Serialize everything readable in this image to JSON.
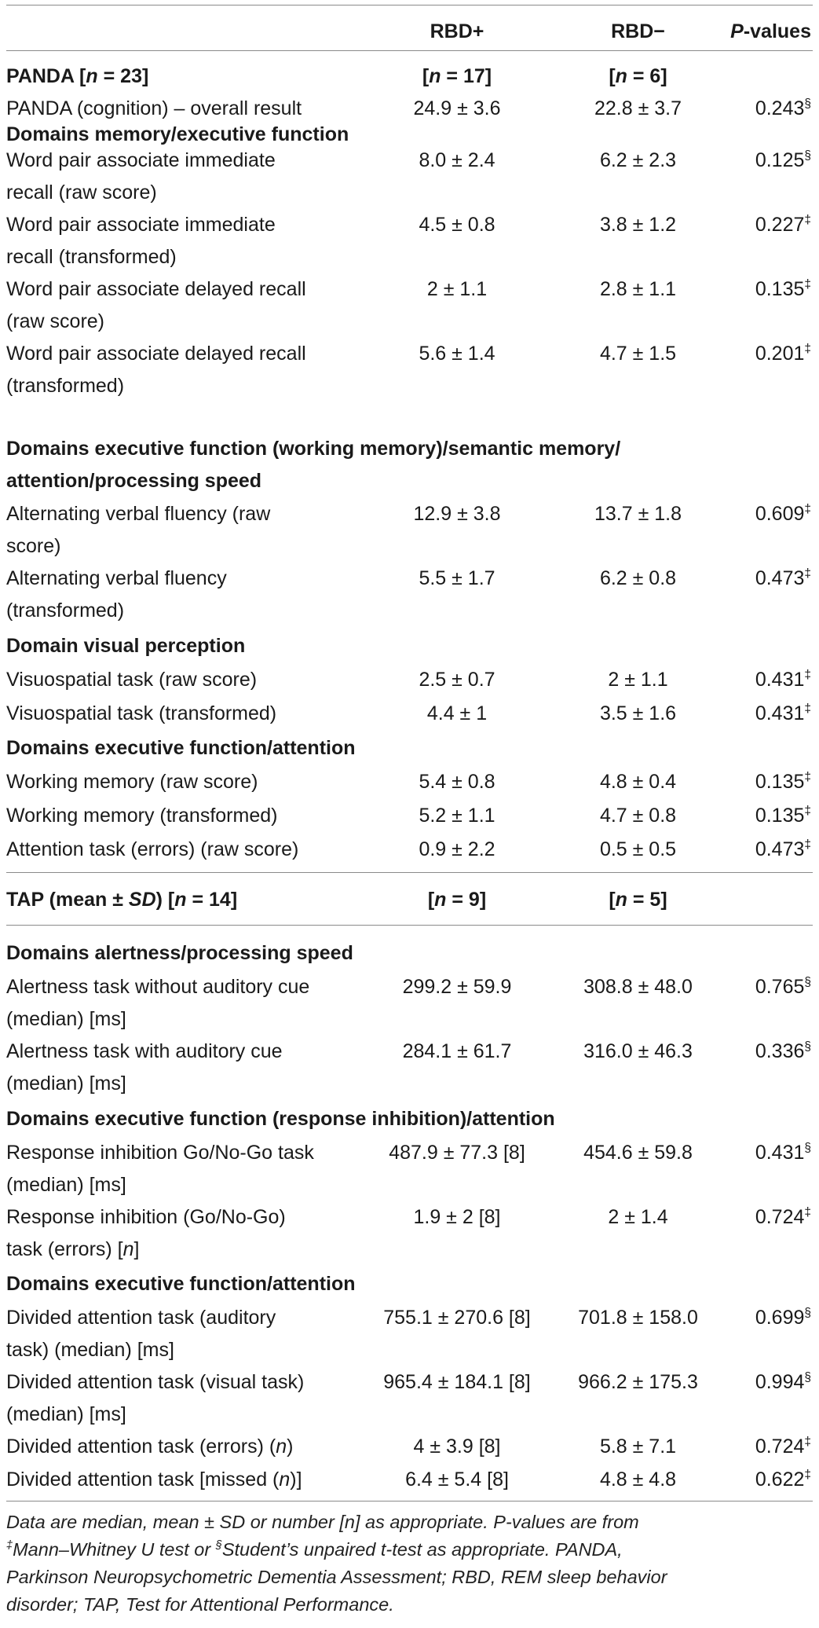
{
  "header": {
    "c1": "RBD+",
    "c2": "RBD−",
    "c3_italic": "P",
    "c3_rest": "-values"
  },
  "panda_header": {
    "label_a": "PANDA [",
    "label_n": "n",
    "label_b": " = 23]",
    "c1_n": "n",
    "c1_rest": " = 17]",
    "c2_n": "n",
    "c2_rest": " = 6]"
  },
  "panda_overall": {
    "label": "PANDA (cognition) – overall result",
    "c1": "24.9 ± 3.6",
    "c2": "22.8 ± 3.7",
    "p": "0.243",
    "mark": "§"
  },
  "sec_memory": "Domains memory/executive function",
  "memory_rows": [
    {
      "l1": "Word pair associate immediate",
      "l2": "recall (raw score)",
      "c1": "8.0 ± 2.4",
      "c2": "6.2 ± 2.3",
      "p": "0.125",
      "mark": "§"
    },
    {
      "l1": "Word pair associate immediate",
      "l2": "recall (transformed)",
      "c1": "4.5 ± 0.8",
      "c2": "3.8 ± 1.2",
      "p": "0.227",
      "mark": "‡"
    },
    {
      "l1": "Word pair associate delayed recall",
      "l2": "(raw score)",
      "c1": "2 ± 1.1",
      "c2": "2.8 ± 1.1",
      "p": "0.135",
      "mark": "‡"
    },
    {
      "l1": "Word pair associate delayed recall",
      "l2": "(transformed)",
      "c1": "5.6 ± 1.4",
      "c2": "4.7 ± 1.5",
      "p": "0.201",
      "mark": "‡"
    }
  ],
  "sec_working_l1": "Domains executive function (working memory)/semantic memory/",
  "sec_working_l2": "attention/processing speed",
  "fluency_rows": [
    {
      "l1": "Alternating verbal fluency (raw",
      "l2": "score)",
      "c1": "12.9 ± 3.8",
      "c2": "13.7 ± 1.8",
      "p": "0.609",
      "mark": "‡"
    },
    {
      "l1": "Alternating verbal fluency",
      "l2": "(transformed)",
      "c1": "5.5 ± 1.7",
      "c2": "6.2 ± 0.8",
      "p": "0.473",
      "mark": "‡"
    }
  ],
  "sec_visual": "Domain visual perception",
  "visual_rows": [
    {
      "l1": "Visuospatial task (raw score)",
      "c1": "2.5 ± 0.7",
      "c2": "2 ± 1.1",
      "p": "0.431",
      "mark": "‡"
    },
    {
      "l1": "Visuospatial task (transformed)",
      "c1": "4.4 ± 1",
      "c2": "3.5 ± 1.6",
      "p": "0.431",
      "mark": "‡"
    }
  ],
  "sec_exec1": "Domains executive function/attention",
  "exec1_rows": [
    {
      "l1": "Working memory (raw score)",
      "c1": "5.4 ± 0.8",
      "c2": "4.8 ± 0.4",
      "p": "0.135",
      "mark": "‡"
    },
    {
      "l1": "Working memory (transformed)",
      "c1": "5.2 ± 1.1",
      "c2": "4.7 ± 0.8",
      "p": "0.135",
      "mark": "‡"
    },
    {
      "l1": "Attention task (errors) (raw score)",
      "c1": "0.9 ± 2.2",
      "c2": "0.5 ± 0.5",
      "p": "0.473",
      "mark": "‡"
    }
  ],
  "tap_header": {
    "a": "TAP (mean ± ",
    "sd": "SD",
    "b": ") [",
    "n": "n",
    "c": " = 14]",
    "c1_n": "n",
    "c1_rest": " = 9]",
    "c2_n": "n",
    "c2_rest": " = 5]"
  },
  "sec_alert": "Domains alertness/processing speed",
  "alert_rows": [
    {
      "l1": "Alertness task without auditory cue",
      "l2": "(median) [ms]",
      "c1": "299.2 ± 59.9",
      "c2": "308.8 ± 48.0",
      "p": "0.765",
      "mark": "§"
    },
    {
      "l1": "Alertness task with auditory cue",
      "l2": "(median) [ms]",
      "c1": "284.1 ± 61.7",
      "c2": "316.0 ± 46.3",
      "p": "0.336",
      "mark": "§"
    }
  ],
  "sec_inhib": "Domains executive function (response inhibition)/attention",
  "inhib_row1": {
    "l1": "Response inhibition Go/No-Go task",
    "l2": "(median) [ms]",
    "c1": "487.9 ± 77.3 [8]",
    "c2": "454.6 ± 59.8",
    "p": "0.431",
    "mark": "§"
  },
  "inhib_row2": {
    "l1": "Response inhibition (Go/No-Go)",
    "l2a": "task (errors) [",
    "l2n": "n",
    "l2b": "]",
    "c1": "1.9 ± 2 [8]",
    "c2": "2 ± 1.4",
    "p": "0.724",
    "mark": "‡"
  },
  "sec_exec2": "Domains executive function/attention",
  "exec2_rows": [
    {
      "l1": "Divided attention task (auditory",
      "l2": "task) (median) [ms]",
      "c1": "755.1 ± 270.6 [8]",
      "c2": "701.8 ± 158.0",
      "p": "0.699",
      "mark": "§"
    },
    {
      "l1": "Divided attention task (visual task)",
      "l2": "(median) [ms]",
      "c1": "965.4 ± 184.1 [8]",
      "c2": "966.2 ± 175.3",
      "p": "0.994",
      "mark": "§"
    }
  ],
  "div_errors": {
    "a": "Divided attention task (errors) (",
    "n": "n",
    "b": ")",
    "c1": "4 ± 3.9 [8]",
    "c2": "5.8 ± 7.1",
    "p": "0.724",
    "mark": "‡"
  },
  "div_missed": {
    "a": "Divided attention task [missed (",
    "n": "n",
    "b": ")]",
    "c1": "6.4 ± 5.4 [8]",
    "c2": "4.8 ± 4.8",
    "p": "0.622",
    "mark": "‡"
  },
  "footnote": {
    "a": "Data are median, mean ± SD or number [n] as appropriate. P-values are from",
    "m1": "‡",
    "b": "Mann–Whitney U test or ",
    "m2": "§",
    "c": "Student’s unpaired t-test as appropriate. PANDA,",
    "d": "Parkinson Neuropsychometric Dementia Assessment; RBD, REM sleep behavior",
    "e": "disorder; TAP, Test for Attentional Performance."
  }
}
